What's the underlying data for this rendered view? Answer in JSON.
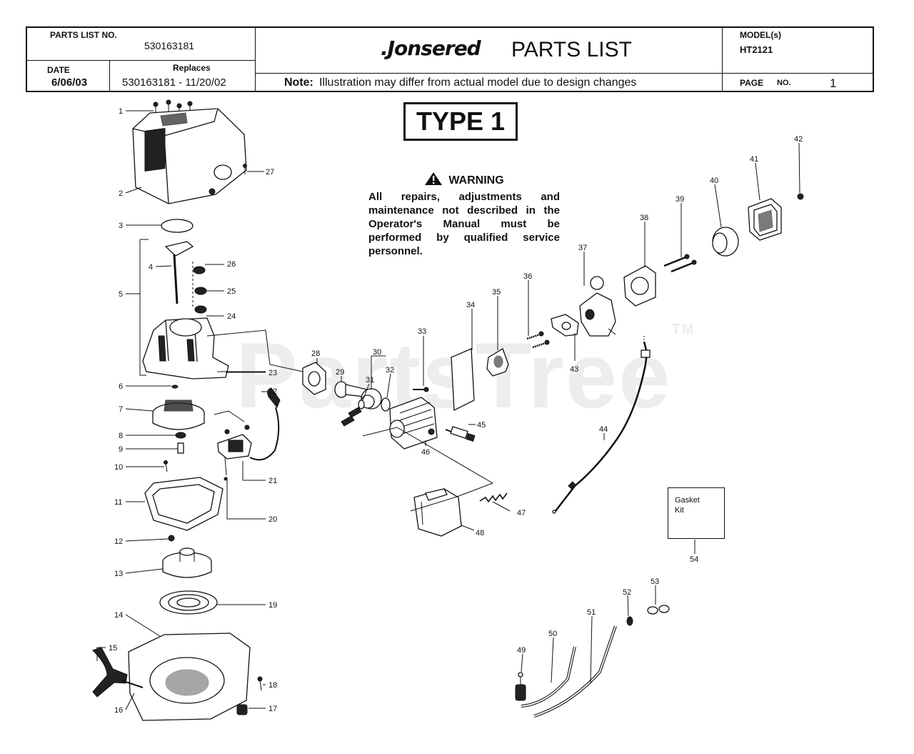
{
  "header": {
    "parts_list_no_label": "PARTS LIST NO.",
    "parts_list_no": "530163181",
    "date_label": "DATE",
    "date": "6/06/03",
    "replaces_label": "Replaces",
    "replaces": "530163181 - 11/20/02",
    "brand": ".Jonsered",
    "title": "PARTS LIST",
    "note_label": "Note:",
    "note": "Illustration may differ from actual model due to design changes",
    "model_label": "MODEL(s)",
    "model": "HT2121",
    "page_label": "PAGE",
    "page_no_label": "NO.",
    "page_no": "1"
  },
  "type_label": "TYPE 1",
  "warning": {
    "title": "WARNING",
    "body": "All repairs, adjustments and maintenance not described in the Operator's Manual must be performed by qualified service personnel."
  },
  "gasket_kit": {
    "label": "Gasket Kit",
    "number": "54"
  },
  "watermark": "PartsTree",
  "watermark_tm": "TM",
  "callouts": [
    "1",
    "2",
    "3",
    "4",
    "5",
    "6",
    "7",
    "8",
    "9",
    "10",
    "11",
    "12",
    "13",
    "14",
    "15",
    "16",
    "17",
    "18",
    "19",
    "20",
    "21",
    "22",
    "23",
    "24",
    "25",
    "26",
    "27",
    "28",
    "29",
    "30",
    "31",
    "32",
    "33",
    "34",
    "35",
    "36",
    "37",
    "38",
    "39",
    "40",
    "41",
    "42",
    "43",
    "44",
    "45",
    "46",
    "47",
    "48",
    "49",
    "50",
    "51",
    "52",
    "53"
  ]
}
